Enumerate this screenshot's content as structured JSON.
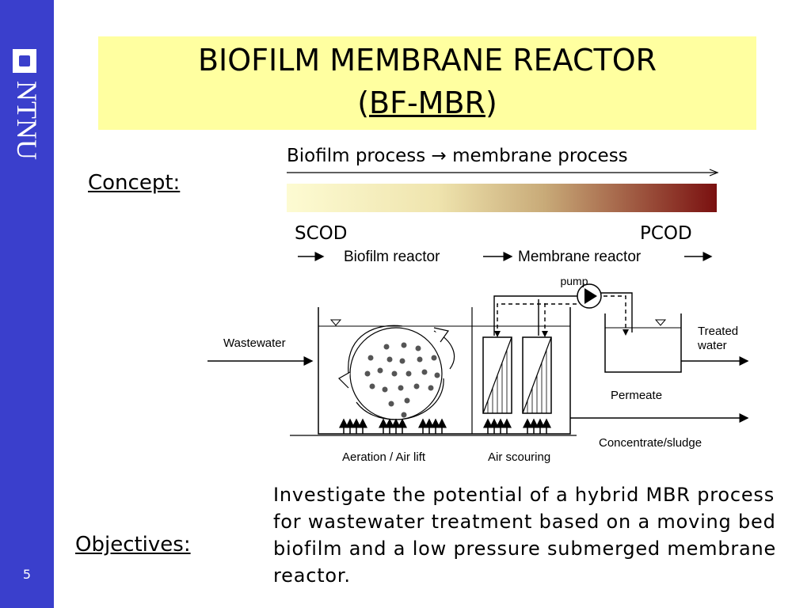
{
  "brand": {
    "logo_text": "NTNU",
    "page_number": "5"
  },
  "title": {
    "line1": "BIOFILM MEMBRANE REACTOR",
    "line2_open": "(",
    "line2_main": "BF-MBR",
    "line2_close": ")"
  },
  "concept": {
    "label": "Concept:",
    "process_label": "Biofilm process",
    "process_arrow": "→",
    "process_label2": "membrane process",
    "scod": "SCOD",
    "pcod": "PCOD",
    "biofilm_reactor": "Biofilm reactor",
    "membrane_reactor": "Membrane reactor"
  },
  "diagram": {
    "pump": "pump",
    "wastewater": "Wastewater",
    "treated_line1": "Treated",
    "treated_line2": "water",
    "permeate": "Permeate",
    "concentrate": "Concentrate/sludge",
    "aeration": "Aeration / Air lift",
    "air_scouring": "Air scouring"
  },
  "objectives": {
    "label": "Objectives:",
    "text": "Investigate the potential of a hybrid MBR process for wastewater treatment based on a moving bed biofilm and a low pressure submerged membrane reactor."
  },
  "colors": {
    "sidebar": "#3a3fcc",
    "title_bg": "#ffffa0",
    "gradient_start": "#fdfbd2",
    "gradient_mid": "#c8aa78",
    "gradient_end": "#7a1010"
  }
}
